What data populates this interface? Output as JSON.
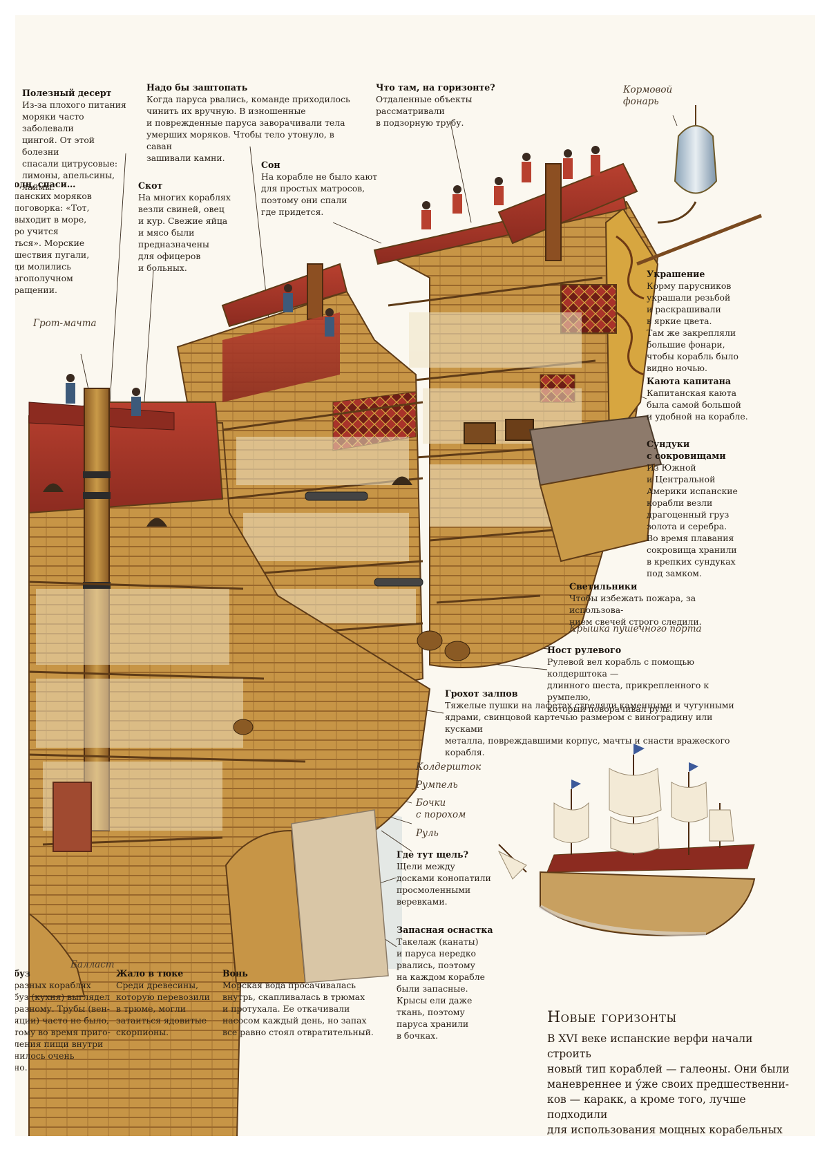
{
  "notes": {
    "dessert": {
      "title": "Полезный десерт",
      "text": "Из-за плохого питания\nморяки часто заболевали\nцингой. От этой болезни\nспасали цитрусовые:\nлимоны, апельсины, лаймы."
    },
    "patch": {
      "title": "Надо бы заштопать",
      "text": "Когда паруса рвались, команде приходилось\nчинить их вручную. В изношенные\nи поврежденные паруса заворачивали тела\nумерших моряков. Чтобы тело утонуло, в саван\nзашивали камни."
    },
    "horizon": {
      "title": "Что там, на горизонте?",
      "text": "Отдаленные объекты рассматривали\nв подзорную трубу."
    },
    "save": {
      "title": "одн, спаси…",
      "text": "панских моряков\nпоговорка: «Тот,\nвыходит в море,\nро учится\nться». Морские\nшествия пугали,\nди молились\nагополучном\nращении."
    },
    "livestock": {
      "title": "Скот",
      "text": "На многих кораблях\nвезли свиней, овец\nи кур. Свежие яйца\nи мясо были\nпредназначены\nдля офицеров\nи больных."
    },
    "sleep": {
      "title": "Сон",
      "text": "На корабле не было кают\nдля простых матросов,\nпоэтому они спали\nгде придется."
    },
    "decor": {
      "title": "Украшение",
      "text": "Корму парусников\nукрашали резьбой\nи раскрашивали\nв яркие цвета.\nТам же закрепляли\nбольшие фонари,\nчтобы корабль было\nвидно ночью."
    },
    "cabin": {
      "title": "Каюта капитана",
      "text": "Капитанская каюта\nбыла самой большой\nи удобной на корабле."
    },
    "chests": {
      "title": "Сундуки\nс сокровищами",
      "text": "Из Южной\nи Центральной\nАмерики испанские\nкорабли везли\nдрагоценный груз\nзолота и серебра.\nВо время плавания\nсокровища хранили\nв крепких сундуках\nпод замком."
    },
    "lights": {
      "title": "Светильники",
      "text": "Чтобы избежать пожара, за использова-\nнием свечей строго следили."
    },
    "helm": {
      "title": "Пост рулевого",
      "text": "Рулевой вел корабль с помощью колдерштока —\nдлинного шеста, прикрепленного к румпелю,\nкоторый поворачивал руль."
    },
    "salvo": {
      "title": "Грохот залпов",
      "text": "Тяжелые пушки на лафетах стреляли каменными и чугунными\nядрами, свинцовой картечью размером с виноградину или кусками\nметалла, повреждавшими корпус, мачты и снасти вражеского\nкорабля."
    },
    "gap": {
      "title": "Где тут щель?",
      "text": "Щели между\nдосками конопатили\nпросмоленными\nверевками."
    },
    "spare": {
      "title": "Запасная оснастка",
      "text": "Такелаж (канаты)\nи паруса нередко\nрвались, поэтому\nна каждом корабле\nбыли запасные.\nКрысы ели даже\nткань, поэтому\nпаруса хранили\nв бочках."
    },
    "galley": {
      "title": "бyз",
      "text": "разных кораблях\nбуз (кухня) выглядел\nразному. Трубы (вен-\nяции) часто не было,\nтому во время приго-\nления пищи внутри\nнилось очень\nно."
    },
    "sting": {
      "title": "Жало в тюке",
      "text": "Среди древесины,\nкоторую перевозили\nв трюме, могли\nзатаиться ядовитые\nскорпионы."
    },
    "stench": {
      "title": "Вонь",
      "text": "Морская вода просачивалась\nвнутрь, скапливалась в трюмах\nи протухала. Ее откачивали\nнасосом каждый день, но запах\nвсе равно стоял отвратительный."
    }
  },
  "labels": {
    "lantern": "Кормовой\nфонарь",
    "mainmast": "Грот-мачта",
    "gunport": "Крышка пушечного порта",
    "whipstaff": "Колдершток",
    "tiller": "Румпель",
    "powder": "Бочки\nс порохом",
    "rudder": "Руль",
    "ballast": "Балласт"
  },
  "section": {
    "title": "Новые горизонты",
    "body": "В XVI веке испанские верфи начали строить\nновый тип кораблей — галеоны. Они были\nманевреннее и у́же своих предшественни-\nков — каракк, а кроме того, лучше подходили\nдля использования мощных корабельных\nпушек."
  },
  "colors": {
    "hull_wood": "#b98a3c",
    "hull_dark": "#7a4a1f",
    "hull_red": "#a8322a",
    "gold": "#d7a640",
    "sea_shadow": "#c9d0d2",
    "text": "#2a2118"
  }
}
